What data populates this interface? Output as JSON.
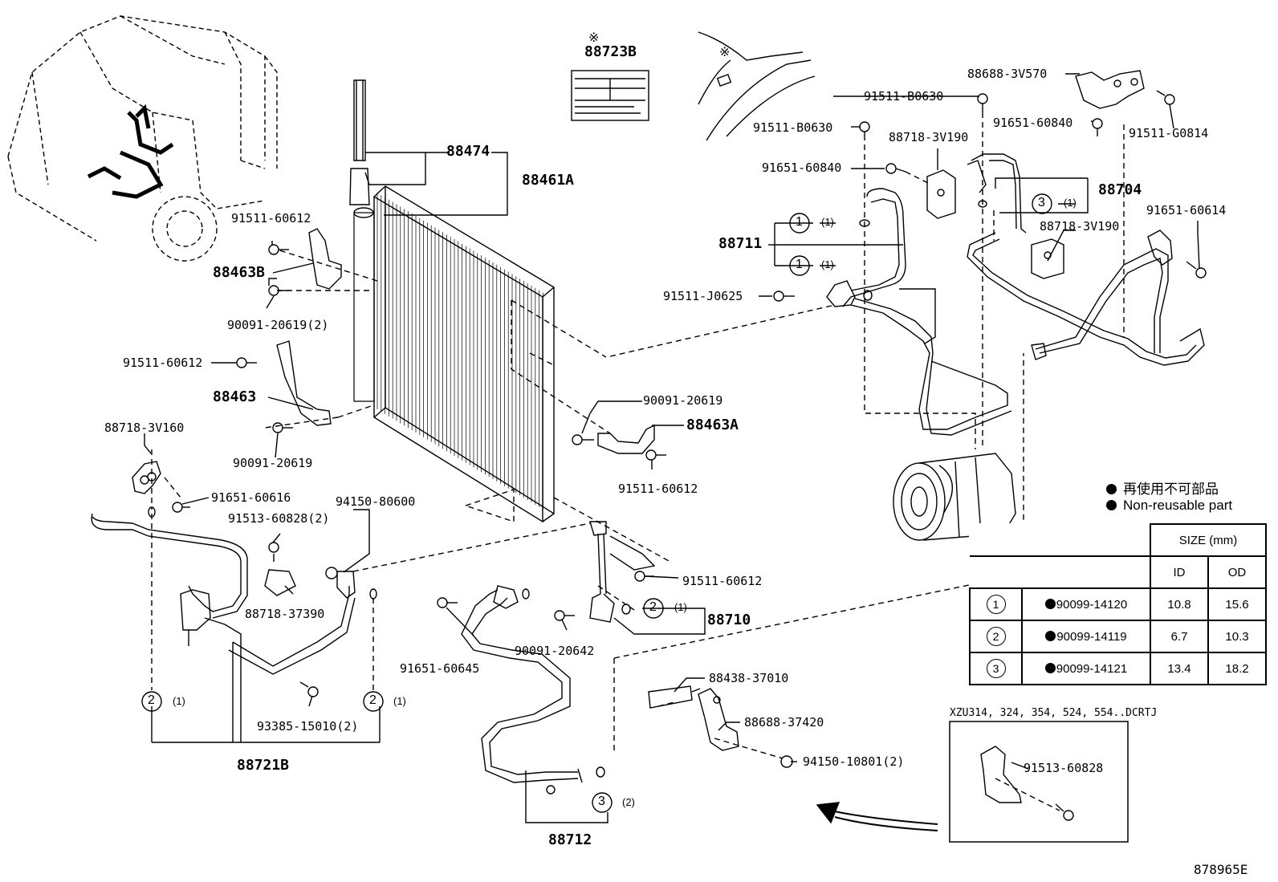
{
  "labels": {
    "l88723b": "88723B",
    "l88474": "88474",
    "l88461a": "88461A",
    "l91511_60612_a": "91511-60612",
    "l88463b": "88463B",
    "l90091_20619_2": "90091-20619(2)",
    "l91511_60612_b": "91511-60612",
    "l88463": "88463",
    "l90091_20619_a": "90091-20619",
    "l88718_3v160": "88718-3V160",
    "l91651_60616": "91651-60616",
    "l91513_60828_2": "91513-60828(2)",
    "l94150_80600": "94150-80600",
    "l88718_37390": "88718-37390",
    "l93385_15010_2": "93385-15010(2)",
    "l88721b": "88721B",
    "l90091_20619_b": "90091-20619",
    "l88463a": "88463A",
    "l91511_60612_c": "91511-60612",
    "l91511_60612_d": "91511-60612",
    "l88710": "88710",
    "l90091_20642": "90091-20642",
    "l91651_60645": "91651-60645",
    "l88712": "88712",
    "l88438_37010": "88438-37010",
    "l88688_37420": "88688-37420",
    "l94150_10801_2": "94150-10801(2)",
    "l91511_b0630_a": "91511-B0630",
    "l91511_b0630_b": "91511-B0630",
    "l88718_3v190_a": "88718-3V190",
    "l91651_60840_a": "91651-60840",
    "l88711": "88711",
    "l91511_j0625": "91511-J0625",
    "l88688_3v570": "88688-3V570",
    "l91651_60840_b": "91651-60840",
    "l91511_g0814": "91511-G0814",
    "l88704": "88704",
    "l88718_3v190_b": "88718-3V190",
    "l91651_60614": "91651-60614",
    "l91513_60828": "91513-60828",
    "model_note": "XZU314, 324, 354, 524, 554..DCRTJ",
    "diagram_ref": "878965E",
    "kome": "※",
    "qty1": "(1)",
    "qty2": "(2)"
  },
  "circle_refs": {
    "one": "1",
    "two": "2",
    "three": "3"
  },
  "legend": {
    "jp": "再使用不可部品",
    "en": "Non-reusable part"
  },
  "size_table": {
    "header": "SIZE (mm)",
    "col_id": "ID",
    "col_od": "OD",
    "rows": [
      {
        "ref": "1",
        "part": "90099-14120",
        "id": "10.8",
        "od": "15.6"
      },
      {
        "ref": "2",
        "part": "90099-14119",
        "id": "6.7",
        "od": "10.3"
      },
      {
        "ref": "3",
        "part": "90099-14121",
        "id": "13.4",
        "od": "18.2"
      }
    ]
  },
  "colors": {
    "ink": "#000000",
    "paper": "#ffffff"
  }
}
